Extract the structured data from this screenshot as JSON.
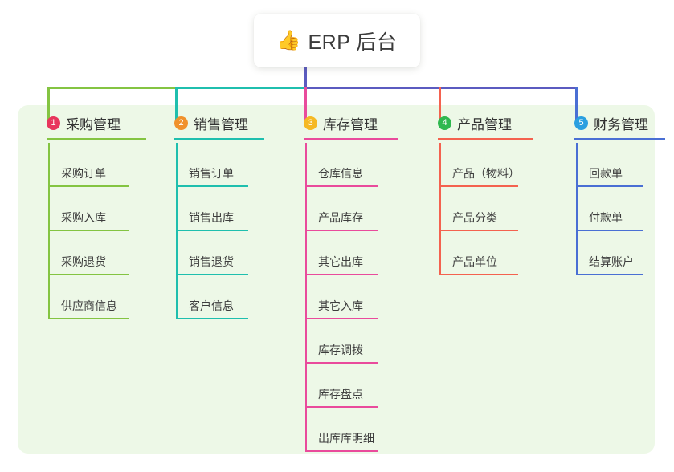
{
  "title": {
    "icon": "thumbs-up-icon",
    "glyph": "👍",
    "text": "ERP 后台"
  },
  "theme": {
    "panel_bg": "#edf8e7",
    "card_bg": "#ffffff",
    "text": "#333333",
    "trunk_line": "#5b5bc0"
  },
  "columns": [
    {
      "number": "1",
      "title": "采购管理",
      "badge_color": "#e8365d",
      "line_color": "#84c442",
      "items": [
        "采购订单",
        "采购入库",
        "采购退货",
        "供应商信息"
      ]
    },
    {
      "number": "2",
      "title": "销售管理",
      "badge_color": "#f0912c",
      "line_color": "#1fbfae",
      "items": [
        "销售订单",
        "销售出库",
        "销售退货",
        "客户信息"
      ]
    },
    {
      "number": "3",
      "title": "库存管理",
      "badge_color": "#f5b924",
      "line_color": "#e94b9c",
      "items": [
        "仓库信息",
        "产品库存",
        "其它出库",
        "其它入库",
        "库存调拨",
        "库存盘点",
        "出库库明细"
      ]
    },
    {
      "number": "4",
      "title": "产品管理",
      "badge_color": "#2fb84f",
      "line_color": "#f4624f",
      "items": [
        "产品（物料）",
        "产品分类",
        "产品单位"
      ]
    },
    {
      "number": "5",
      "title": "财务管理",
      "badge_color": "#2a9fe0",
      "line_color": "#4a6fd4",
      "items": [
        "回款单",
        "付款单",
        "结算账户"
      ]
    }
  ]
}
